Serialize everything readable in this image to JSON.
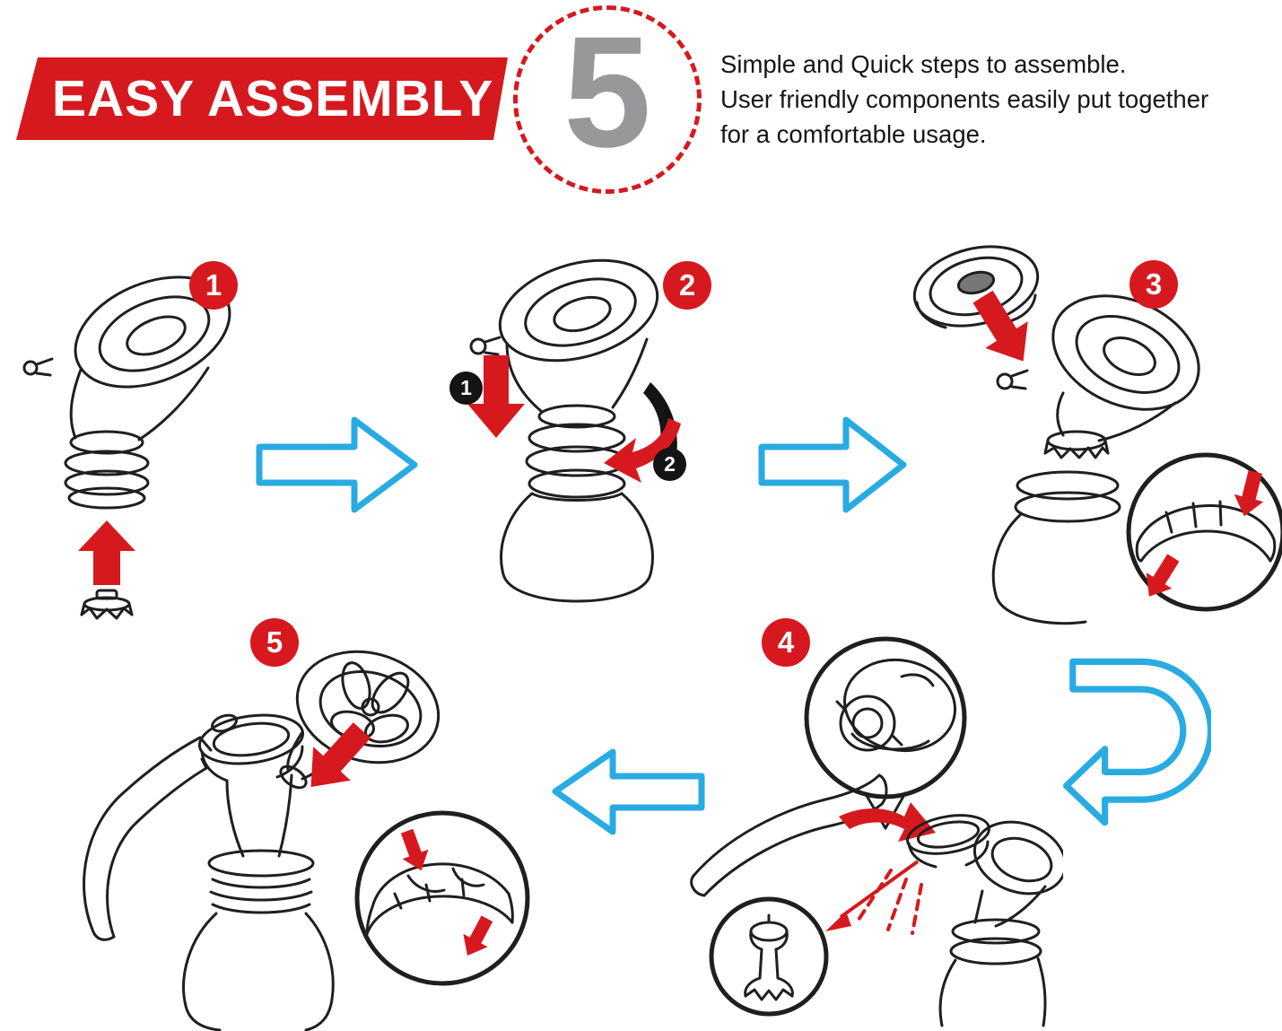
{
  "header": {
    "title": "EASY ASSEMBLY",
    "big_number": "5",
    "description": "Simple and Quick steps to assemble.\nUser friendly components easily put together\nfor a comfortable usage."
  },
  "steps": [
    {
      "number": "1"
    },
    {
      "number": "2"
    },
    {
      "number": "3"
    },
    {
      "number": "4"
    },
    {
      "number": "5"
    }
  ],
  "step2_substeps": [
    {
      "label": "1"
    },
    {
      "label": "2"
    }
  ],
  "colors": {
    "red": "#d6191f",
    "blue": "#29abe2",
    "gray_number": "#98989b",
    "ink": "#1f1f1f"
  }
}
